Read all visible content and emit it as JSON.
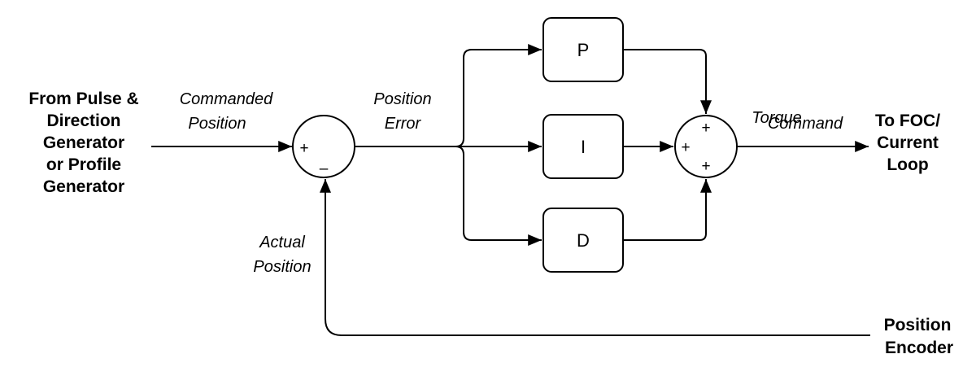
{
  "input_source": [
    "From Pulse &",
    "Direction",
    "Generator",
    "or Profile",
    "Generator"
  ],
  "output_target": [
    "To FOC/",
    "Current",
    "Loop"
  ],
  "feedback_source": [
    "Position",
    "Encoder"
  ],
  "signals": {
    "commanded_position": [
      "Commanded",
      "Position"
    ],
    "position_error": [
      "Position",
      "Error"
    ],
    "torque_command": [
      "Torque",
      "Command"
    ],
    "actual_position": [
      "Actual",
      "Position"
    ]
  },
  "blocks": {
    "p": "P",
    "i": "I",
    "d": "D"
  },
  "error_junction": {
    "plus": "+",
    "minus": "–"
  },
  "sum_junction": {
    "plus_top": "+",
    "plus_left": "+",
    "plus_bottom": "+"
  }
}
